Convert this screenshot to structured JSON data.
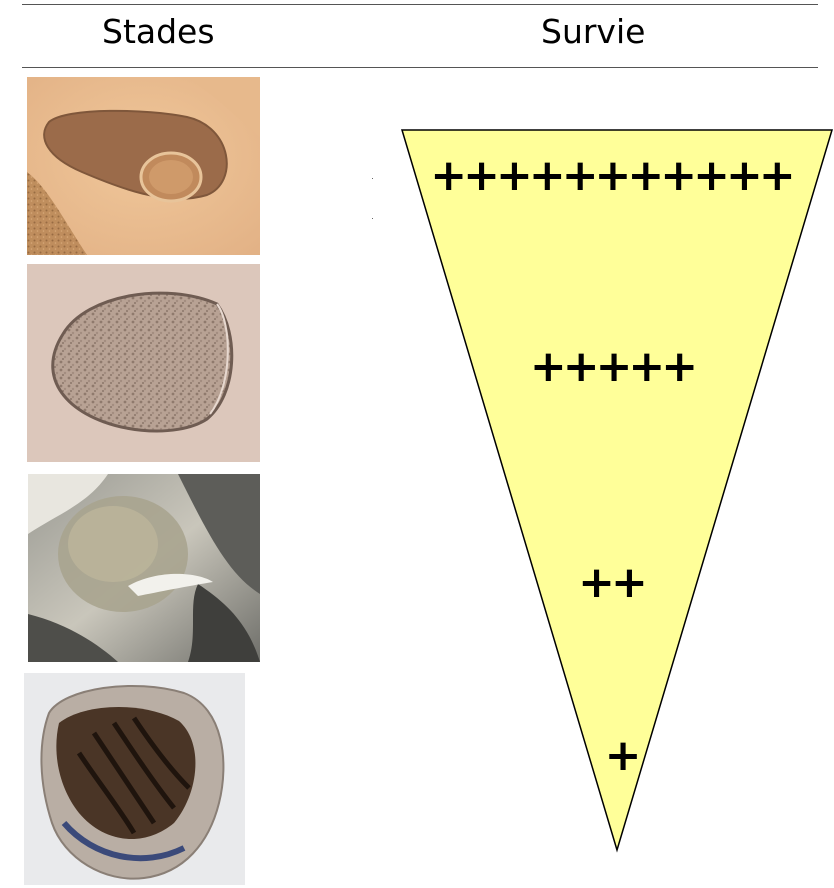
{
  "headers": {
    "stages": "Stades",
    "survival": "Survie"
  },
  "survival_levels": [
    {
      "marks": "+++++++++++"
    },
    {
      "marks": "+++++"
    },
    {
      "marks": "++"
    },
    {
      "marks": "+"
    }
  ],
  "stages": [
    {
      "image": "egg-cell-photo"
    },
    {
      "image": "d-larva-photo"
    },
    {
      "image": "pediveliger-larva-photo"
    },
    {
      "image": "juvenile-oyster-spat-photo"
    }
  ],
  "colors": {
    "funnel_fill": "#ffff99",
    "funnel_stroke": "#000000",
    "rule": "#555555"
  }
}
